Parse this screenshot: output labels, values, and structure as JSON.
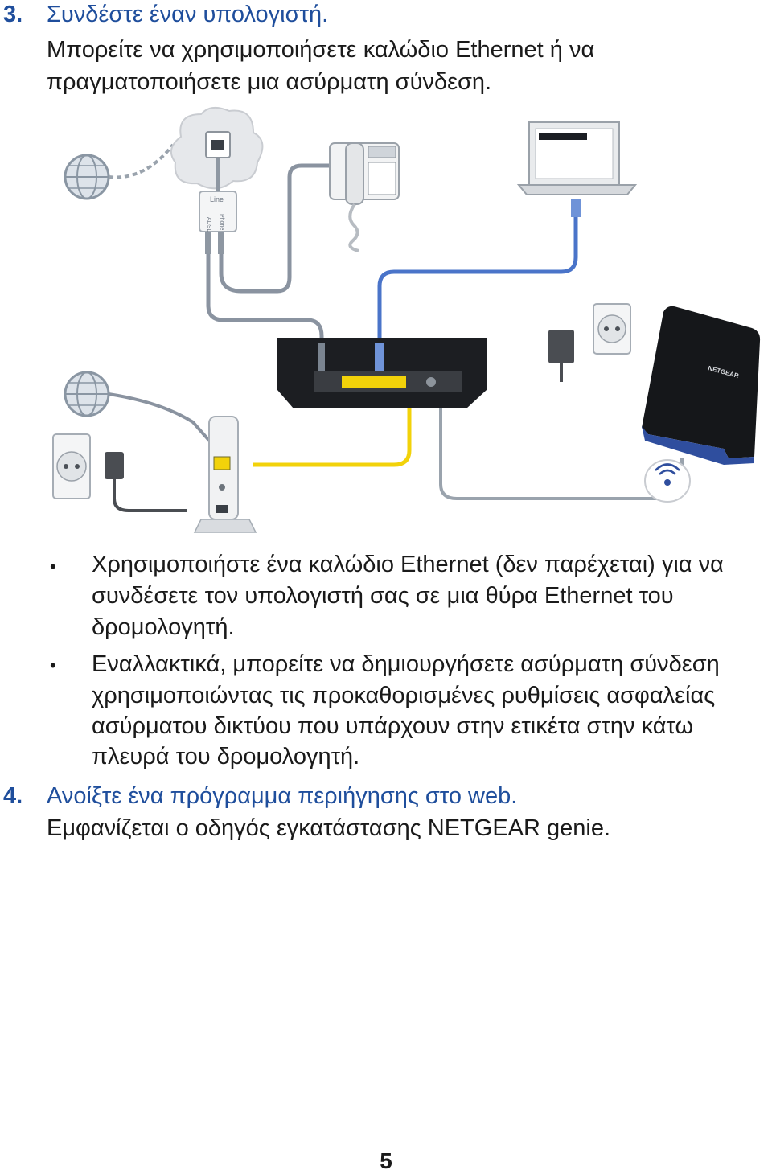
{
  "step3": {
    "number": "3.",
    "title": "Συνδέστε έναν υπολογιστή.",
    "text_line1": "Μπορείτε να χρησιμοποιήσετε καλώδιο Ethernet ή να",
    "text_line2": "πραγματοποιήσετε μια ασύρματη σύνδεση."
  },
  "diagram": {
    "splitter_line": "Line",
    "splitter_adsl": "ADSL",
    "splitter_phone": "Phone",
    "router_brand": "NETGEAR"
  },
  "bullets": [
    {
      "lines": [
        "Χρησιμοποιήστε ένα καλώδιο Ethernet (δεν παρέχεται) για να",
        "συνδέσετε τον υπολογιστή σας σε μια θύρα Ethernet του",
        "δρομολογητή."
      ]
    },
    {
      "lines": [
        "Εναλλακτικά, μπορείτε να δημιουργήσετε ασύρματη σύνδεση",
        "χρησιμοποιώντας τις προκαθορισμένες ρυθμίσεις ασφαλείας",
        "ασύρματου δικτύου που υπάρχουν στην ετικέτα στην κάτω",
        "πλευρά του δρομολογητή."
      ]
    }
  ],
  "step4": {
    "number": "4.",
    "title": "Ανοίξτε ένα πρόγραμμα περιήγησης στο web.",
    "text_line1": "Εμφανίζεται ο οδηγός εγκατάστασης NETGEAR genie."
  },
  "page_number": "5"
}
